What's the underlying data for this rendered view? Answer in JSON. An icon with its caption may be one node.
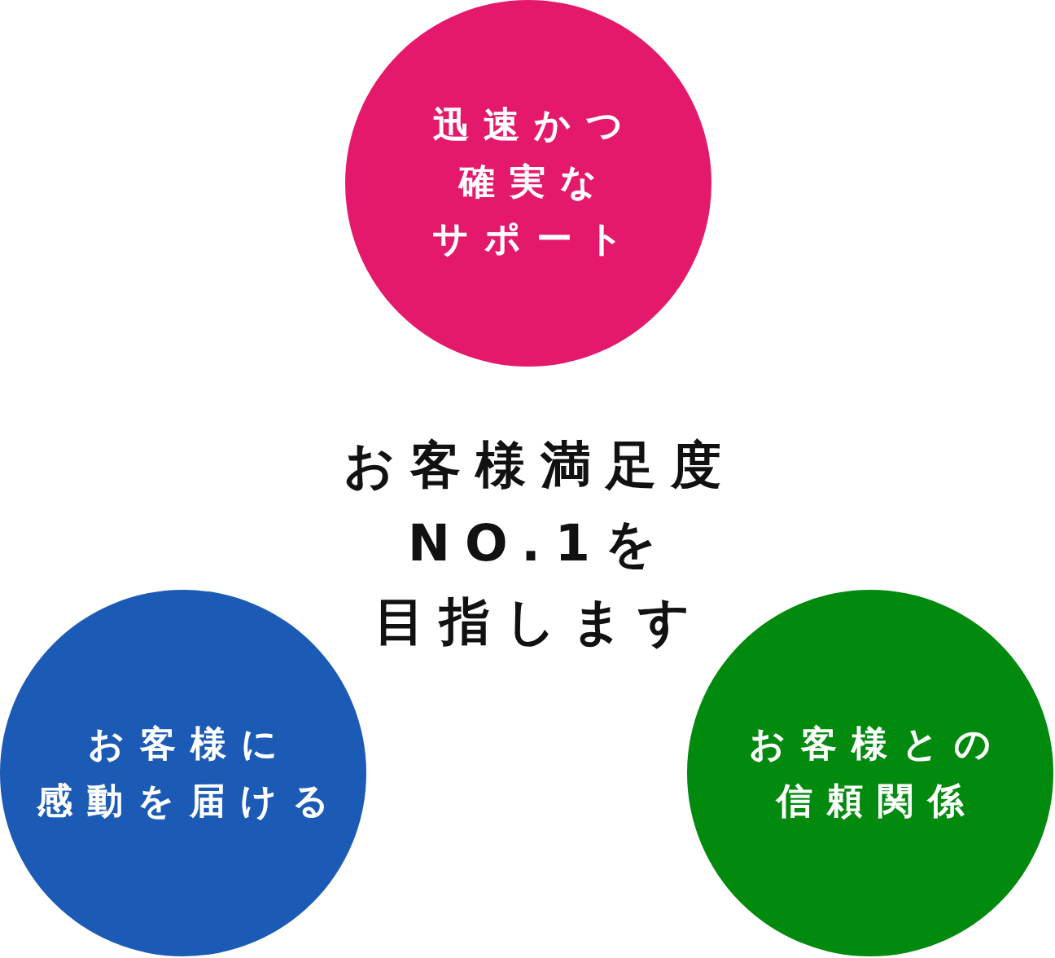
{
  "diagram": {
    "nodes": [
      {
        "text": [
          "迅速かつ確実なサポート"
        ]
      },
      {
        "text": [
          "お客様に感動を届ける"
        ]
      },
      {
        "text": [
          "お客様との信頼関係"
        ]
      }
    ],
    "labels": [
      "お客様満足度NO.1を目指します"
    ]
  }
}
